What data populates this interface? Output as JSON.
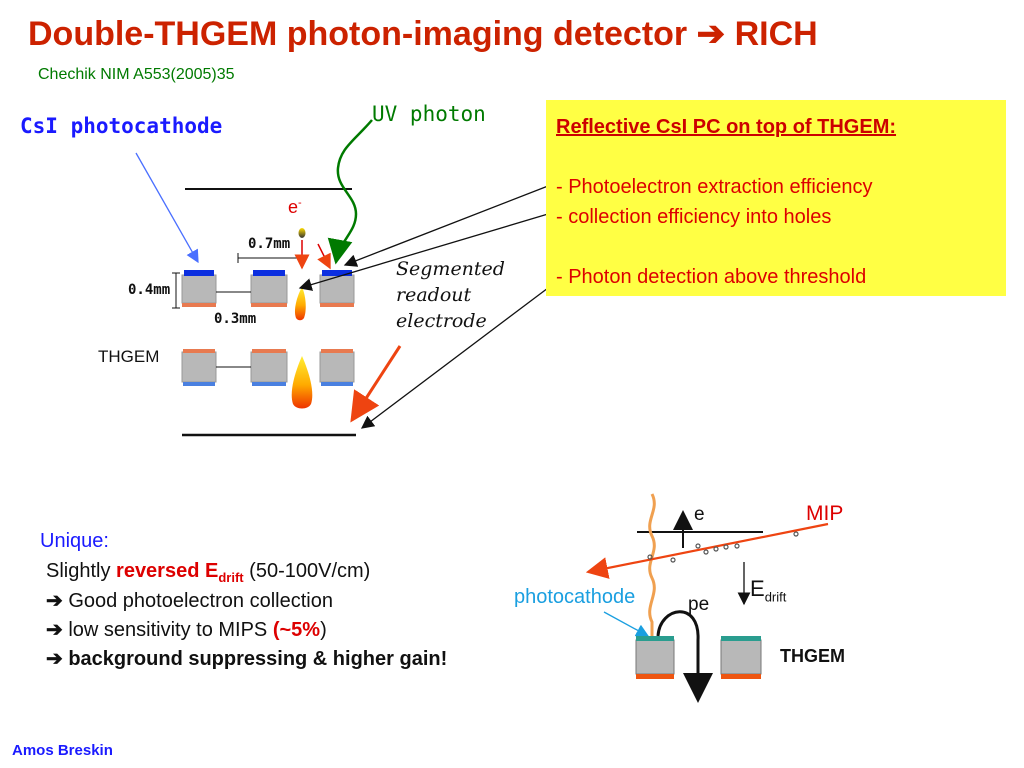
{
  "title": {
    "text": "Double-THGEM photon-imaging detector",
    "arrow": "➔",
    "suffix": "RICH"
  },
  "citation": "Chechik NIM A553(2005)35",
  "top_diagram": {
    "csi_label": "CsI photocathode",
    "uv_label": "UV photon",
    "electron_label": "e",
    "electron_sup": "-",
    "dim_hole": "0.7mm",
    "dim_thickness": "0.4mm",
    "dim_rim": "0.3mm",
    "thgem_label": "THGEM",
    "segmented_label": "Segmented readout electrode"
  },
  "infobox": {
    "heading": "Reflective CsI PC on top of THGEM:",
    "items": [
      "- Photoelectron extraction efficiency",
      "- collection efficiency into holes",
      "- Photon detection above threshold"
    ]
  },
  "unique": {
    "heading": "Unique:",
    "line1_prefix": "Slightly ",
    "line1_red": "reversed E",
    "line1_sub": "drift",
    "line1_suffix": " (50-100V/cm)",
    "arrow": "➔",
    "line2": "Good photoelectron collection",
    "line3_prefix": "low sensitivity to MIPS ",
    "line3_red": "(~5%",
    "line3_suffix": ")",
    "line4": "background suppressing & higher gain!"
  },
  "bottom_diagram": {
    "e_label": "e",
    "mip_label": "MIP",
    "edrift_main": "E",
    "edrift_sub": "drift",
    "photocathode_label": "photocathode",
    "pe_label": "pe",
    "thgem_label": "THGEM"
  },
  "author": "Amos Breskin",
  "colors": {
    "title_red": "#cc2200",
    "citation_green": "#007a00",
    "csi_blue": "#1a1aff",
    "box_yellow": "#ffff44",
    "text_red": "#dd0000",
    "photocathode_cyan": "#1a9fe0",
    "electrode_gray": "#b8b8b8",
    "mip_orange": "#ee4411"
  }
}
